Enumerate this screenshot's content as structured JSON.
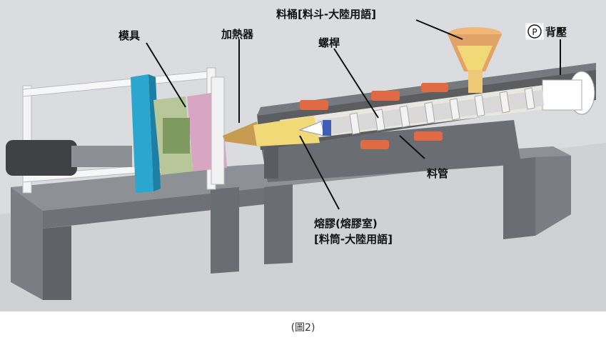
{
  "labels": {
    "mold": "模具",
    "heater": "加熱器",
    "hopper": "料桶[料斗-大陸用語]",
    "screw": "螺桿",
    "back_pressure_symbol": "P",
    "back_pressure": "背壓",
    "barrel": "料管",
    "melt_chamber_line1": "熔膠(熔膠室)",
    "melt_chamber_line2": "[料筒-大陸用語]"
  },
  "caption": "(圖2)",
  "colors": {
    "background": "#dadcdf",
    "floor": "#c9cbce",
    "barrel": "#5b5d61",
    "heater_band": "#e06a44",
    "melt": "#f2d978",
    "mold_plate": "#2ba6cf",
    "hopper": "#e2a368"
  }
}
